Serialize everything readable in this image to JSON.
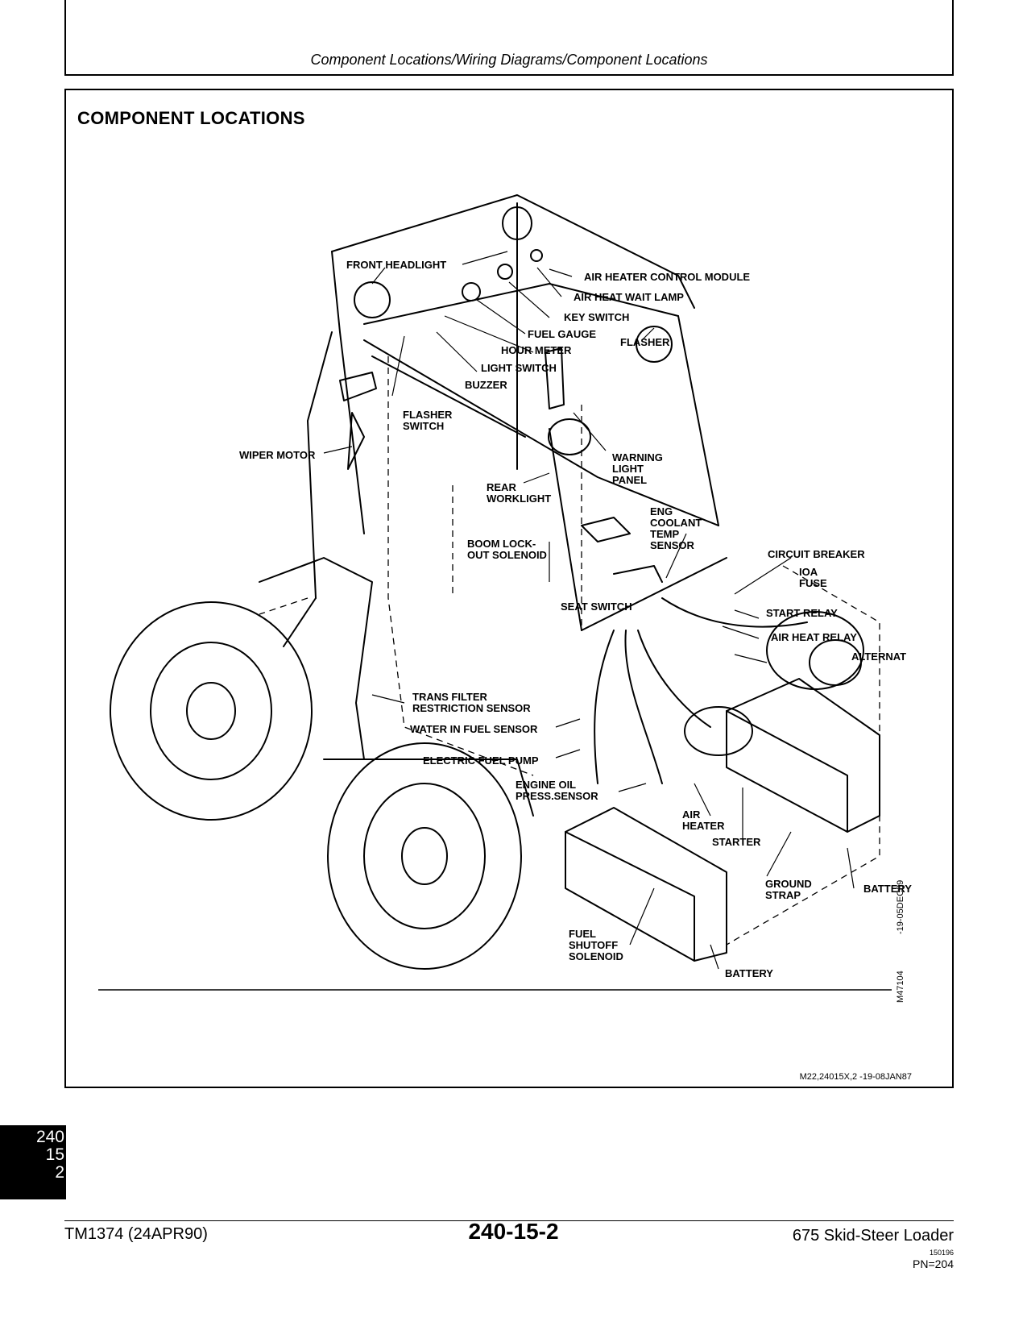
{
  "header": {
    "title": "Component Locations/Wiring Diagrams/Component Locations"
  },
  "section": {
    "title": "COMPONENT LOCATIONS",
    "ref_code": "M22,24015X,2    -19-08JAN87"
  },
  "figure": {
    "image_id": "M47104",
    "image_date": "-19-05DEC89",
    "labels": {
      "front_headlight": "FRONT HEADLIGHT",
      "air_heater_control_module": "AIR HEATER CONTROL MODULE",
      "air_heat_wait_lamp": "AIR HEAT WAIT LAMP",
      "key_switch": "KEY SWITCH",
      "fuel_gauge": "FUEL GAUGE",
      "flasher": "FLASHER",
      "hour_meter": "HOUR METER",
      "light_switch": "LIGHT SWITCH",
      "buzzer": "BUZZER",
      "flasher_switch": "FLASHER\nSWITCH",
      "wiper_motor": "WIPER MOTOR",
      "warning_light_panel": "WARNING\nLIGHT\nPANEL",
      "rear_worklight": "REAR\nWORKLIGHT",
      "eng_coolant_temp_sensor": "ENG\nCOOLANT\nTEMP\nSENSOR",
      "boom_lockout_solenoid": "BOOM LOCK-\nOUT SOLENOID",
      "circuit_breaker": "CIRCUIT BREAKER",
      "ioa_fuse": "IOA\nFUSE",
      "seat_switch": "SEAT SWITCH",
      "start_relay": "START RELAY",
      "air_heat_relay": "AIR HEAT RELAY",
      "alternator": "ALTERNAT",
      "trans_filter_restriction_sensor": "TRANS FILTER\nRESTRICTION SENSOR",
      "water_in_fuel_sensor": "WATER IN FUEL SENSOR",
      "electric_fuel_pump": "ELECTRIC FUEL PUMP",
      "engine_oil_press_sensor": "ENGINE OIL\nPRESS.SENSOR",
      "air_heater": "AIR\nHEATER",
      "starter": "STARTER",
      "ground_strap": "GROUND\nSTRAP",
      "battery_right": "BATTERY",
      "fuel_shutoff_solenoid": "FUEL\nSHUTOFF\nSOLENOID",
      "battery_bottom": "BATTERY"
    }
  },
  "side_tab": {
    "line1": "240",
    "line2": "15",
    "line3": "2"
  },
  "footer": {
    "left": "TM1374 (24APR90)",
    "center": "240-15-2",
    "right": "675 Skid-Steer Loader",
    "small": "150196",
    "pn": "PN=204"
  }
}
